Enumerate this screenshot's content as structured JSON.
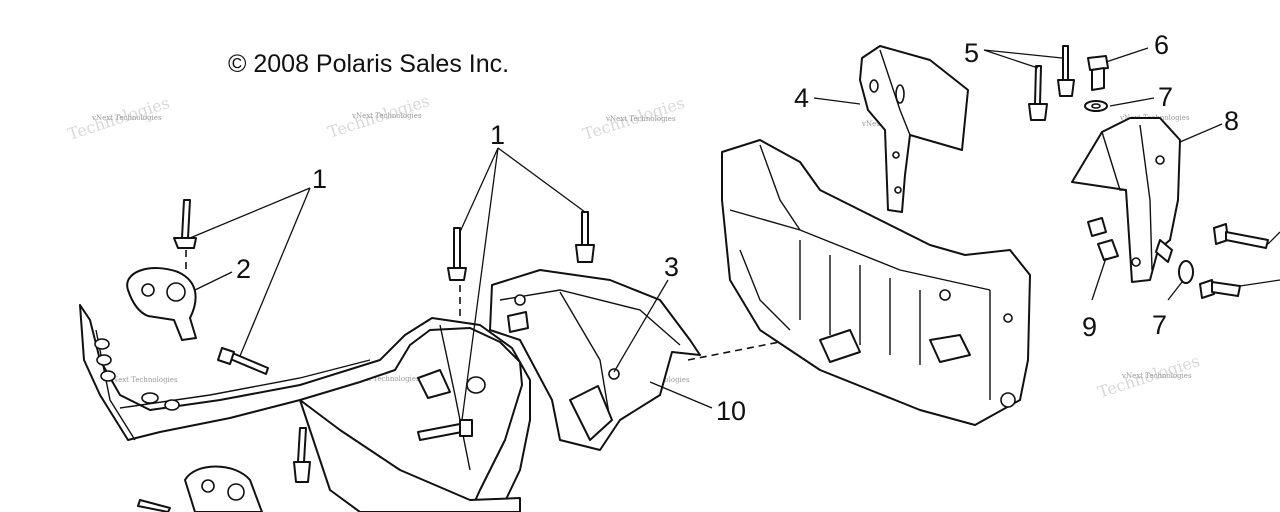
{
  "copyright": "© 2008 Polaris Sales Inc.",
  "watermark": "vNext Technologies",
  "callouts": {
    "c1a": "1",
    "c1b": "1",
    "c2": "2",
    "c3": "3",
    "c4": "4",
    "c5": "5",
    "c6": "6",
    "c7a": "7",
    "c7b": "7",
    "c8": "8",
    "c9": "9",
    "c10": "10"
  }
}
